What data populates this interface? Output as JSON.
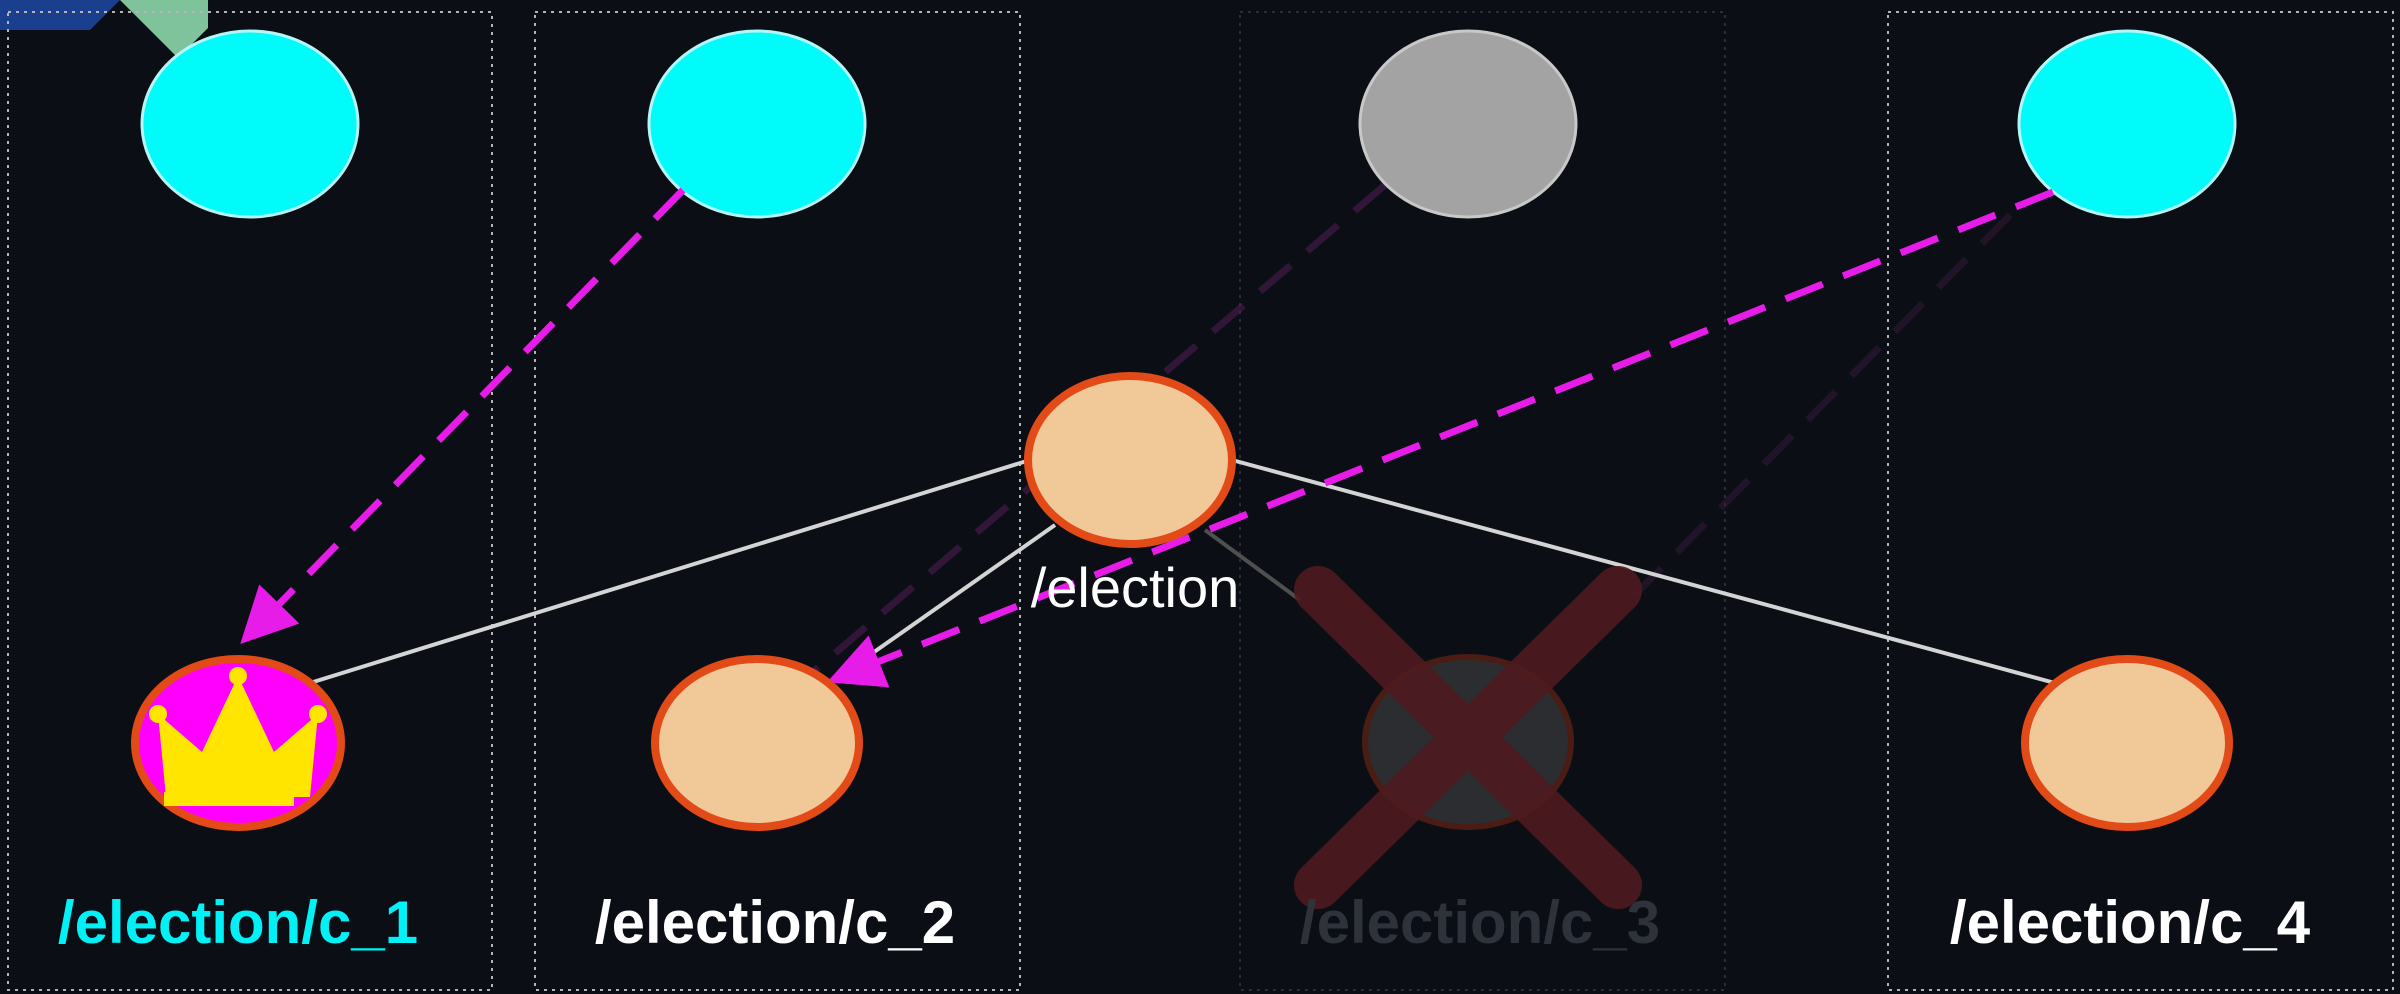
{
  "diagram": {
    "hub": {
      "label": "/election",
      "color": "#f1c897",
      "border": "#e24a17"
    },
    "nodes": [
      {
        "label": "/election/c_1",
        "state": "leader",
        "client_color": "#00fbfb",
        "node_fill": "#ff00ff",
        "crown_color": "#ffe500"
      },
      {
        "label": "/election/c_2",
        "state": "active",
        "client_color": "#00fbfb",
        "node_fill": "#f1c897"
      },
      {
        "label": "/election/c_3",
        "state": "failed",
        "client_color": "#a3a3a3",
        "node_fill": "#2b2d30",
        "cross_color": "#4e1a1f"
      },
      {
        "label": "/election/c_4",
        "state": "active",
        "client_color": "#00fbfb",
        "node_fill": "#f1c897"
      }
    ],
    "watch_arrows": [
      {
        "from": "c_2",
        "to": "c_1",
        "color": "#e81ce8",
        "style": "dashed"
      },
      {
        "from": "c_4",
        "to": "c_2",
        "color": "#e81ce8",
        "style": "dashed"
      }
    ],
    "background": "#0b0e14"
  }
}
